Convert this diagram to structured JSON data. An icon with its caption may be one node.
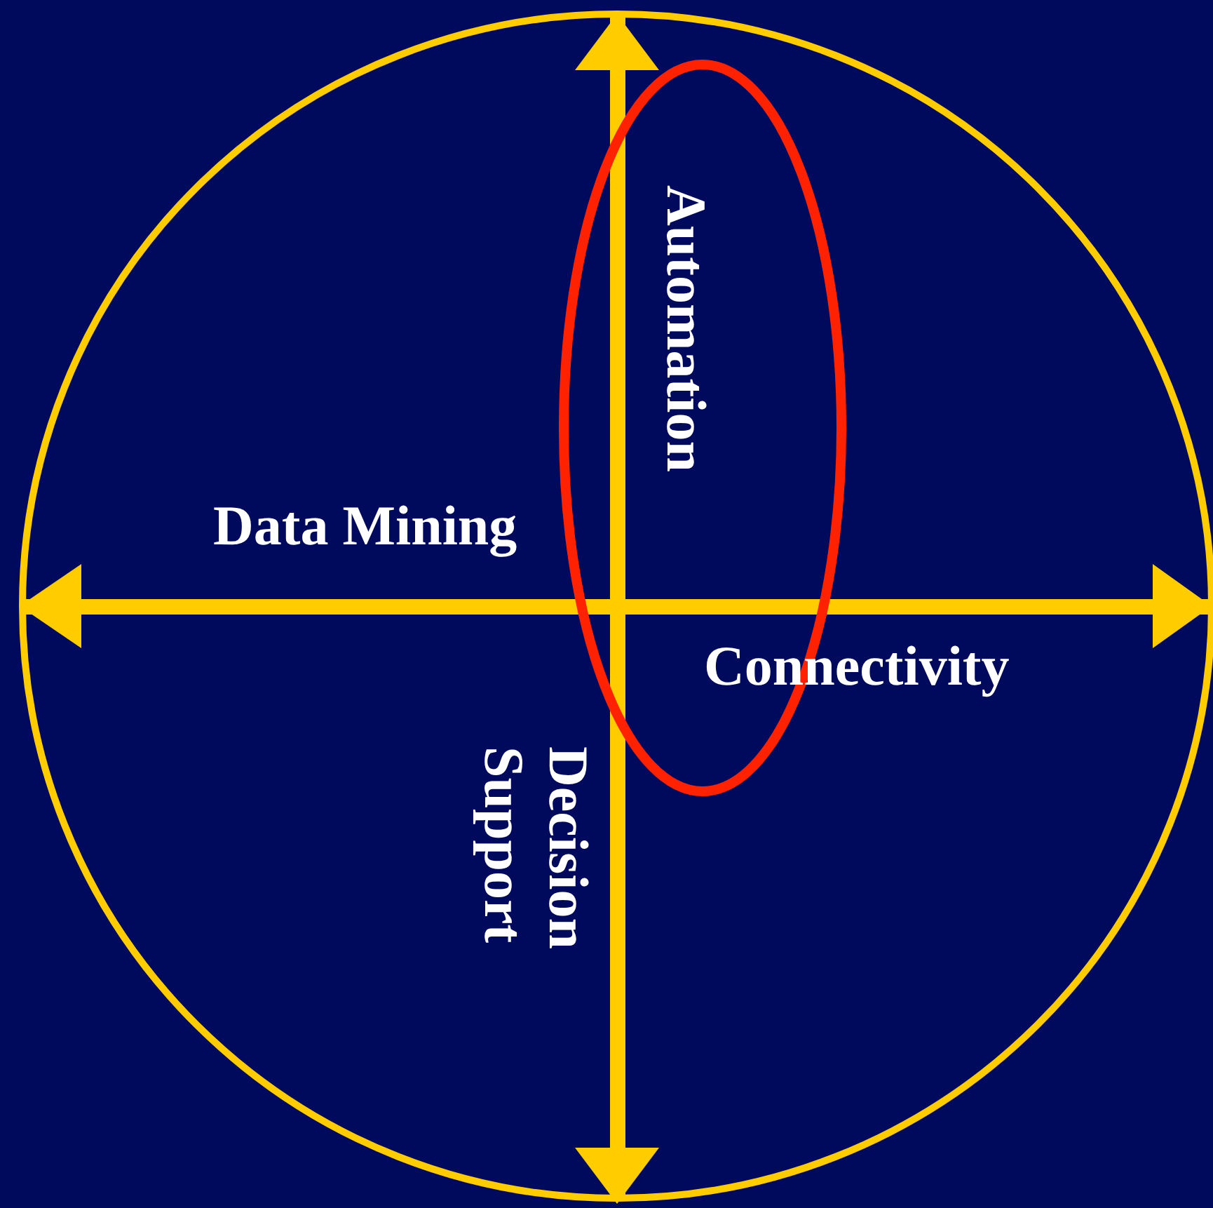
{
  "diagram": {
    "labels": [
      "Automation",
      "Data Mining",
      "Connectivity",
      "Decision Support"
    ]
  }
}
